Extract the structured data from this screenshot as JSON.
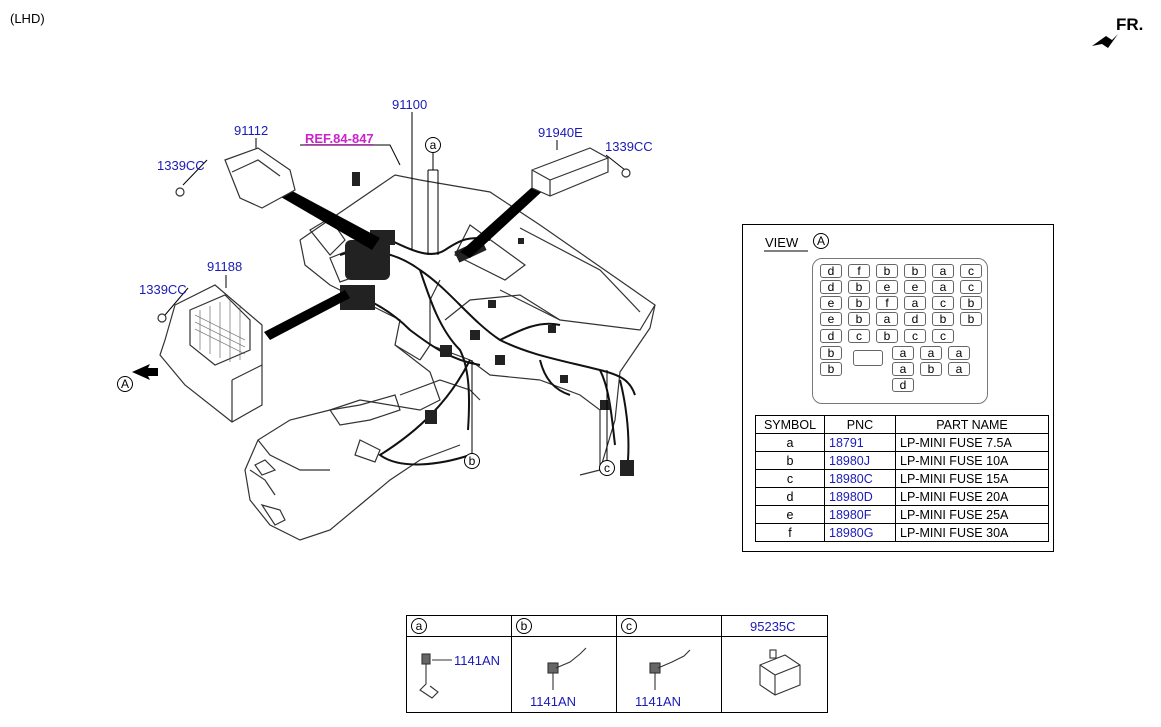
{
  "header": {
    "variant": "(LHD)",
    "direction": "FR."
  },
  "callouts": {
    "harness_main": "91100",
    "ref": "REF.84-847",
    "module_91112": "91112",
    "bolt_1339cc_a": "1339CC",
    "module_91940e": "91940E",
    "bolt_1339cc_b": "1339CC",
    "module_91188": "91188",
    "bolt_1339cc_c": "1339CC",
    "marker_a": "a",
    "marker_b": "b",
    "marker_c": "c",
    "view_arrow": "A"
  },
  "view": {
    "title": "VIEW",
    "letter": "A",
    "fuses": [
      [
        "d",
        "f",
        "b",
        "b",
        "a",
        "c"
      ],
      [
        "d",
        "b",
        "e",
        "e",
        "a",
        "c"
      ],
      [
        "e",
        "b",
        "f",
        "a",
        "c",
        "b"
      ],
      [
        "e",
        "b",
        "a",
        "d",
        "b",
        "b"
      ],
      [
        "d",
        "c",
        "b",
        "c",
        "c"
      ],
      [
        "b",
        "a",
        "a",
        "a"
      ],
      [
        "b",
        "a",
        "b",
        "a"
      ],
      [
        "d"
      ]
    ]
  },
  "fuse_table": {
    "headers": [
      "SYMBOL",
      "PNC",
      "PART NAME"
    ],
    "rows": [
      {
        "symbol": "a",
        "pnc": "18791",
        "name": "LP-MINI FUSE 7.5A"
      },
      {
        "symbol": "b",
        "pnc": "18980J",
        "name": "LP-MINI FUSE 10A"
      },
      {
        "symbol": "c",
        "pnc": "18980C",
        "name": "LP-MINI FUSE 15A"
      },
      {
        "symbol": "d",
        "pnc": "18980D",
        "name": "LP-MINI FUSE 20A"
      },
      {
        "symbol": "e",
        "pnc": "18980F",
        "name": "LP-MINI FUSE 25A"
      },
      {
        "symbol": "f",
        "pnc": "18980G",
        "name": "LP-MINI FUSE 30A"
      }
    ]
  },
  "parts": [
    {
      "marker": "a",
      "part": "1141AN"
    },
    {
      "marker": "b",
      "part": "1141AN"
    },
    {
      "marker": "c",
      "part": "1141AN"
    },
    {
      "marker": "",
      "part": "95235C"
    }
  ]
}
